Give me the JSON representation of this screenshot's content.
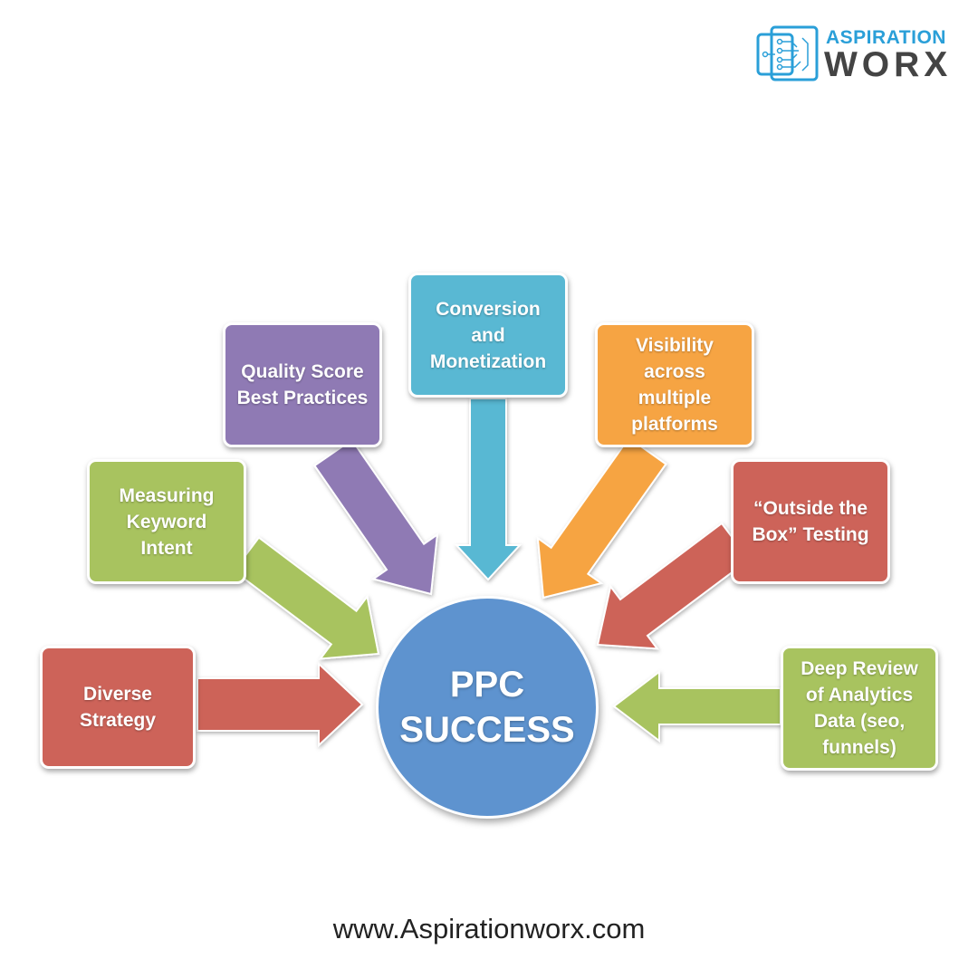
{
  "brand": {
    "name_top": "ASPIRATION",
    "name_bottom": "WORX",
    "accent": "#2a9fd8",
    "icon": "circuit-board-icon"
  },
  "center": {
    "line1": "PPC",
    "line2": "SUCCESS",
    "color": "#5e93cf"
  },
  "factors": [
    {
      "lines": [
        "Diverse",
        "Strategy"
      ],
      "color": "#cd6359"
    },
    {
      "lines": [
        "Measuring",
        "Keyword",
        "Intent"
      ],
      "color": "#a8c35f"
    },
    {
      "lines": [
        "Quality Score",
        "Best Practices"
      ],
      "color": "#8f7ab4"
    },
    {
      "lines": [
        "Conversion",
        "and",
        "Monetization"
      ],
      "color": "#59b8d3"
    },
    {
      "lines": [
        "Visibility",
        "across",
        "multiple",
        "platforms"
      ],
      "color": "#f6a443"
    },
    {
      "lines": [
        "“Outside the",
        "Box” Testing"
      ],
      "color": "#cd6359"
    },
    {
      "lines": [
        "Deep Review",
        "of Analytics",
        "Data (seo,",
        "funnels)"
      ],
      "color": "#a8c35f"
    }
  ],
  "footer": {
    "url": "www.Aspirationworx.com"
  }
}
